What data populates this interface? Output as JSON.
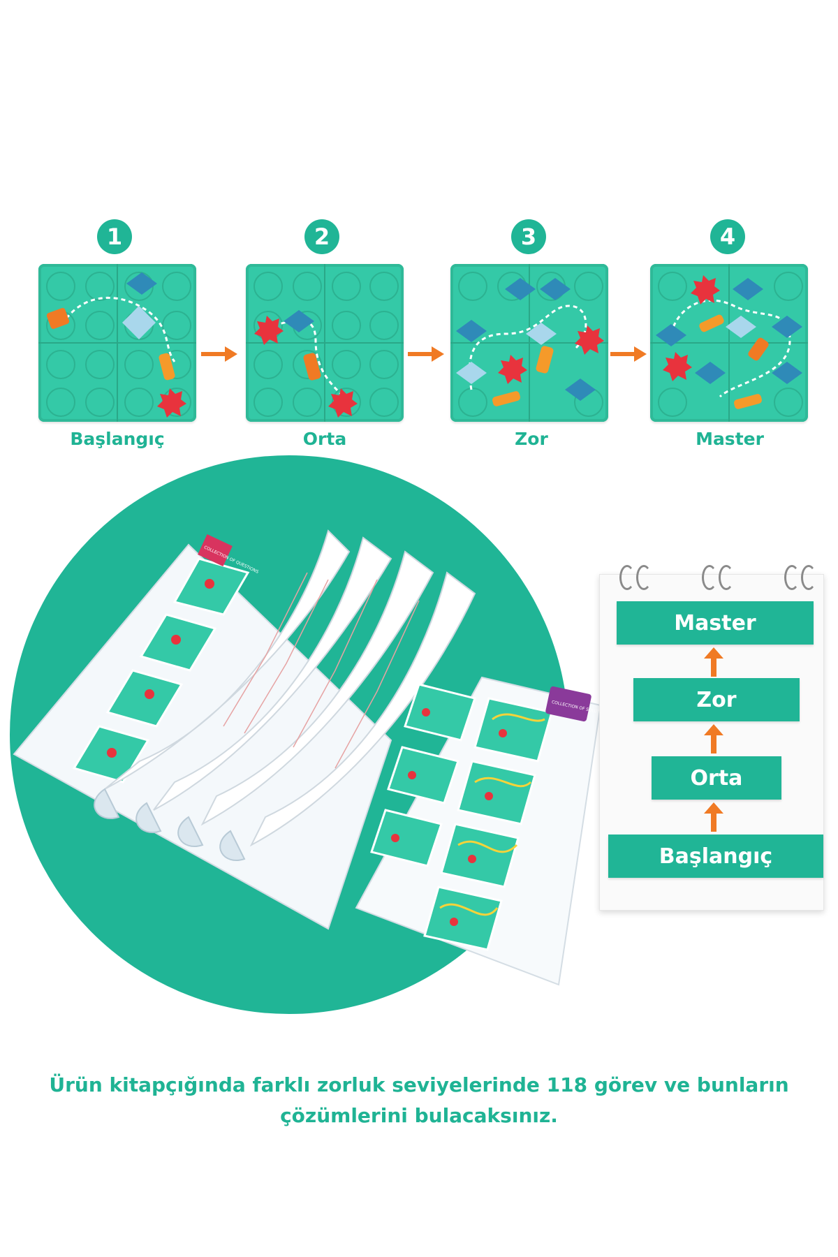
{
  "steps": [
    {
      "number": "1",
      "label": "Başlangıç"
    },
    {
      "number": "2",
      "label": "Orta"
    },
    {
      "number": "3",
      "label": "Zor"
    },
    {
      "number": "4",
      "label": "Master"
    }
  ],
  "booklet_tags": {
    "left": "COLLECTION OF QUESTIONS",
    "right": "COLLECTION OF SOLUTIONS"
  },
  "notepad_levels": [
    "Master",
    "Zor",
    "Orta",
    "Başlangıç"
  ],
  "caption": {
    "line1": "Ürün kitapçığında farklı zorluk seviyelerinde 118 görev ve bunların",
    "line2": "çözümlerini bulacaksınız."
  },
  "colors": {
    "brand_teal": "#20b596",
    "board_teal": "#34c9a7",
    "arrow_orange": "#f07a24",
    "piece_red": "#e8333d",
    "piece_blue": "#2f8ab8",
    "piece_orange": "#f59a2a"
  }
}
